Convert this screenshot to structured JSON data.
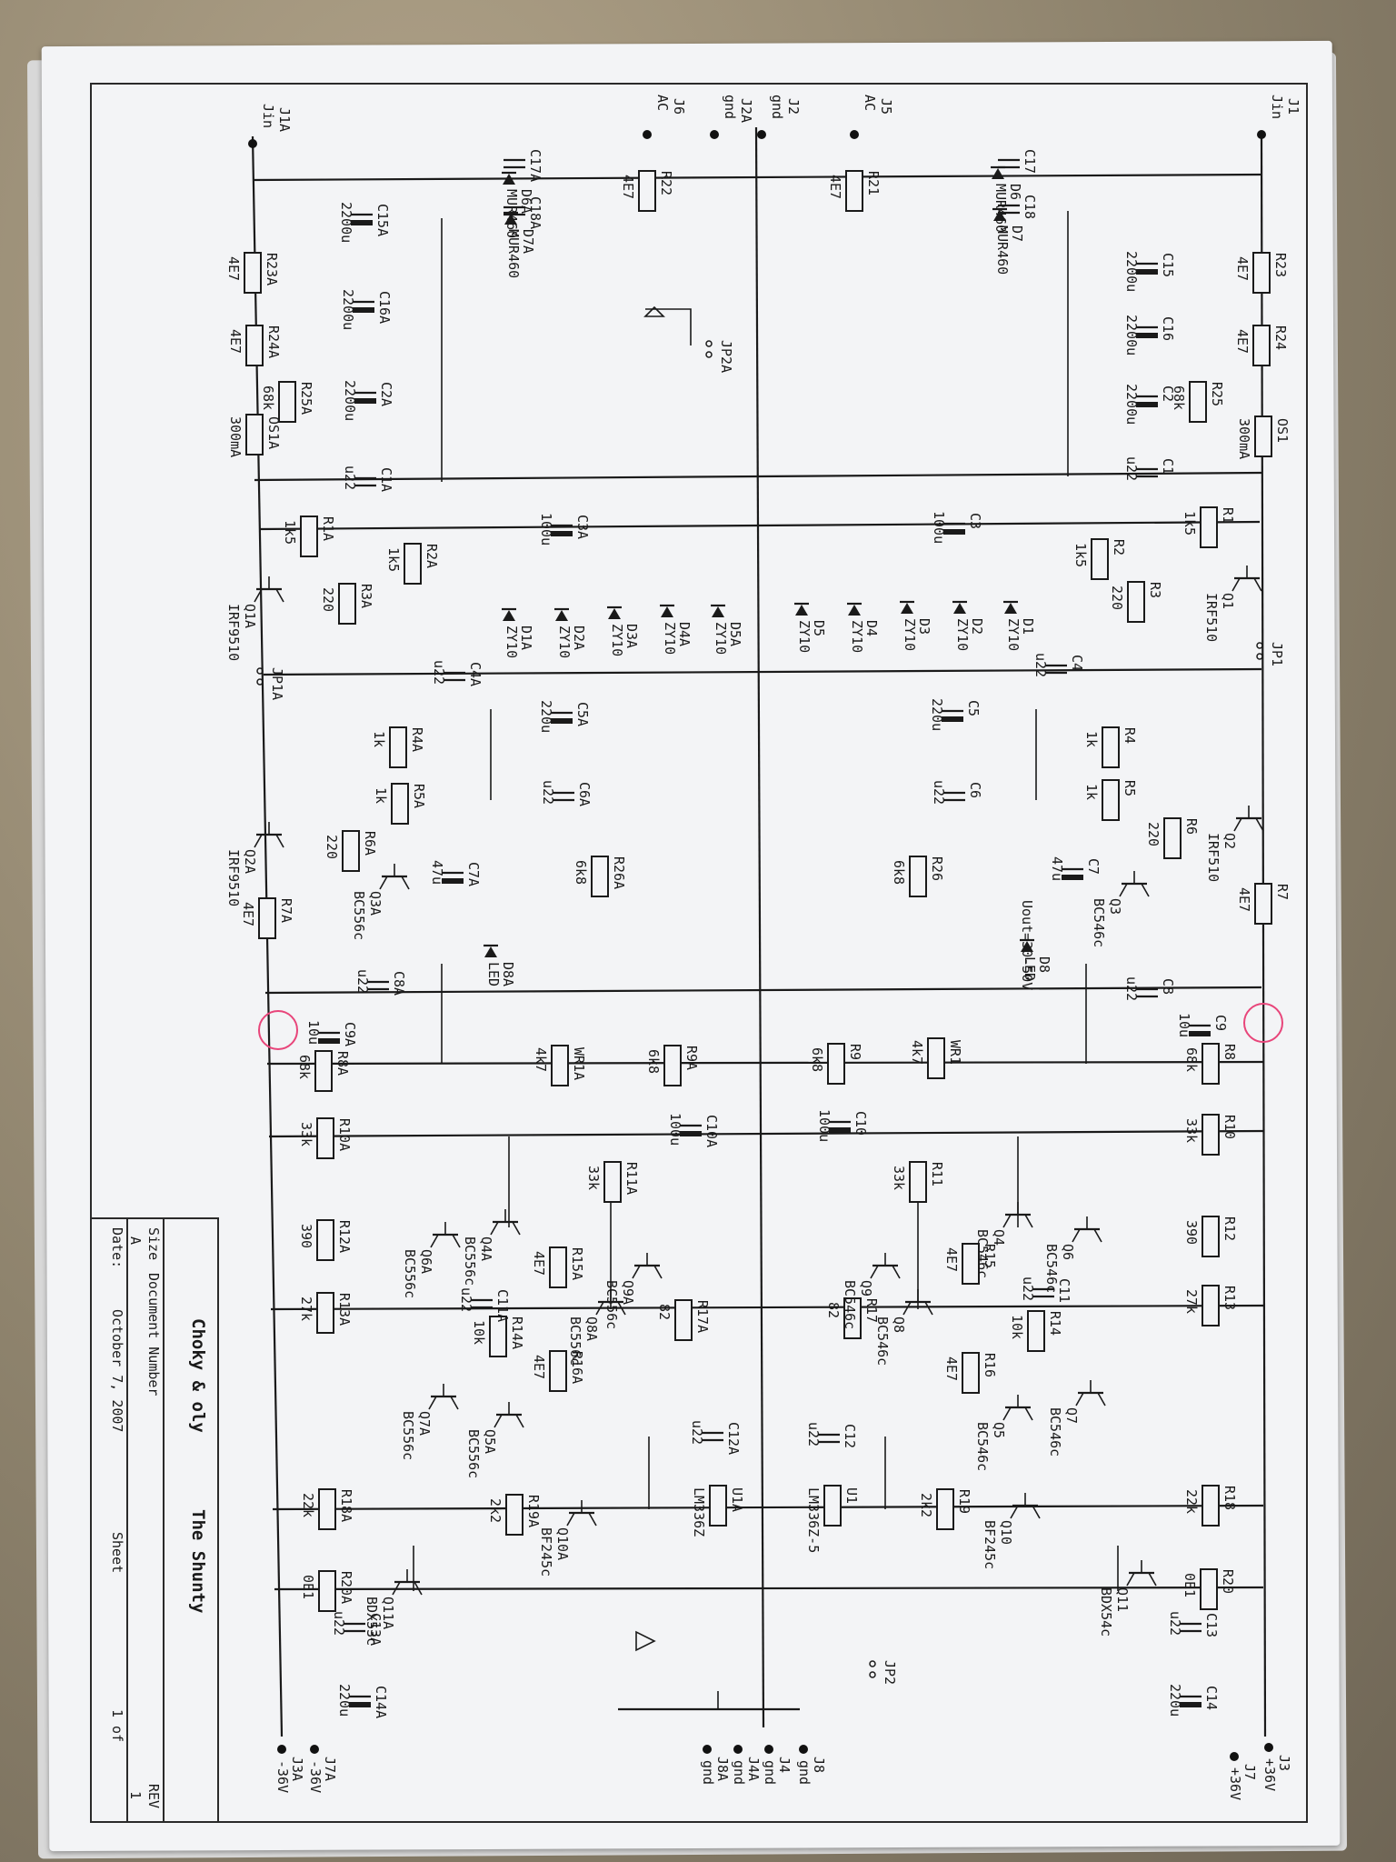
{
  "title_block": {
    "author": "Choky & oly",
    "title": "The Shunty",
    "size_label": "Size",
    "size_value": "A",
    "docnum_label": "Document Number",
    "rev_label": "REV",
    "rev_value": "1",
    "date_label": "Date:",
    "date_value": "October 7, 2007",
    "sheet_label": "Sheet",
    "sheet_value": "1 of"
  },
  "connectors_top": [
    {
      "ref": "J1",
      "sig": "Jin"
    },
    {
      "ref": "J5",
      "sig": "AC"
    },
    {
      "ref": "J2",
      "sig": "gnd"
    },
    {
      "ref": "J2A",
      "sig": "gnd"
    },
    {
      "ref": "J6",
      "sig": "AC"
    },
    {
      "ref": "J1A",
      "sig": "Jin"
    }
  ],
  "connectors_bottom": [
    {
      "ref": "J3",
      "sig": "+36V"
    },
    {
      "ref": "J7",
      "sig": "+36V"
    },
    {
      "ref": "J8",
      "sig": "gnd"
    },
    {
      "ref": "J4",
      "sig": "gnd"
    },
    {
      "ref": "J4A",
      "sig": "gnd"
    },
    {
      "ref": "J8A",
      "sig": "gnd"
    },
    {
      "ref": "J7A",
      "sig": "-36V"
    },
    {
      "ref": "J3A",
      "sig": "-36V"
    }
  ],
  "jumpers": [
    "JP1",
    "JP1A",
    "JP2",
    "JP2A"
  ],
  "resistors": [
    {
      "ref": "R23",
      "val": "4E7"
    },
    {
      "ref": "R24",
      "val": "4E7"
    },
    {
      "ref": "R25",
      "val": "68k"
    },
    {
      "ref": "R1",
      "val": "1k5"
    },
    {
      "ref": "R2",
      "val": "1k5"
    },
    {
      "ref": "R3",
      "val": "220"
    },
    {
      "ref": "R4",
      "val": "1k"
    },
    {
      "ref": "R5",
      "val": "1k"
    },
    {
      "ref": "R6",
      "val": "220"
    },
    {
      "ref": "R7",
      "val": "4E7"
    },
    {
      "ref": "R26",
      "val": "6k8"
    },
    {
      "ref": "R8",
      "val": "68k"
    },
    {
      "ref": "R9",
      "val": "6k8"
    },
    {
      "ref": "R10",
      "val": "33k"
    },
    {
      "ref": "R11",
      "val": "33k"
    },
    {
      "ref": "R12",
      "val": "390"
    },
    {
      "ref": "R13",
      "val": "27k"
    },
    {
      "ref": "R14",
      "val": "10k"
    },
    {
      "ref": "R15",
      "val": "4E7"
    },
    {
      "ref": "R16",
      "val": "4E7"
    },
    {
      "ref": "R17",
      "val": "82"
    },
    {
      "ref": "R18",
      "val": "22k"
    },
    {
      "ref": "R19",
      "val": "2k2"
    },
    {
      "ref": "R20",
      "val": "0E1"
    },
    {
      "ref": "R21",
      "val": "4E7"
    },
    {
      "ref": "R22",
      "val": "4E7"
    },
    {
      "ref": "R23A",
      "val": "4E7"
    },
    {
      "ref": "R24A",
      "val": "4E7"
    },
    {
      "ref": "R25A",
      "val": "68k"
    },
    {
      "ref": "R1A",
      "val": "1k5"
    },
    {
      "ref": "R2A",
      "val": "1k5"
    },
    {
      "ref": "R3A",
      "val": "220"
    },
    {
      "ref": "R4A",
      "val": "1k"
    },
    {
      "ref": "R5A",
      "val": "1k"
    },
    {
      "ref": "R6A",
      "val": "220"
    },
    {
      "ref": "R7A",
      "val": "4E7"
    },
    {
      "ref": "R26A",
      "val": "6k8"
    },
    {
      "ref": "R8A",
      "val": "68k"
    },
    {
      "ref": "R9A",
      "val": "6k8"
    },
    {
      "ref": "R10A",
      "val": "33k"
    },
    {
      "ref": "R11A",
      "val": "33k"
    },
    {
      "ref": "R12A",
      "val": "390"
    },
    {
      "ref": "R13A",
      "val": "27k"
    },
    {
      "ref": "R14A",
      "val": "10k"
    },
    {
      "ref": "R15A",
      "val": "4E7"
    },
    {
      "ref": "R16A",
      "val": "4E7"
    },
    {
      "ref": "R17A",
      "val": "82"
    },
    {
      "ref": "R18A",
      "val": "22k"
    },
    {
      "ref": "R19A",
      "val": "2k2"
    },
    {
      "ref": "R20A",
      "val": "0E1"
    }
  ],
  "capacitors": [
    {
      "ref": "C15",
      "val": "2200u"
    },
    {
      "ref": "C16",
      "val": "2200u"
    },
    {
      "ref": "C2",
      "val": "2200u"
    },
    {
      "ref": "C1",
      "val": "u22"
    },
    {
      "ref": "C3",
      "val": "100u"
    },
    {
      "ref": "C4",
      "val": "u22"
    },
    {
      "ref": "C5",
      "val": "220u"
    },
    {
      "ref": "C6",
      "val": "u22"
    },
    {
      "ref": "C7",
      "val": "47u"
    },
    {
      "ref": "C8",
      "val": "u22"
    },
    {
      "ref": "C9",
      "val": "10u"
    },
    {
      "ref": "C10",
      "val": "100u"
    },
    {
      "ref": "C11",
      "val": "u22"
    },
    {
      "ref": "C12",
      "val": "u22"
    },
    {
      "ref": "C13",
      "val": "u22"
    },
    {
      "ref": "C14",
      "val": "220u"
    },
    {
      "ref": "C17",
      "val": ""
    },
    {
      "ref": "C18",
      "val": ""
    },
    {
      "ref": "C15A",
      "val": "2200u"
    },
    {
      "ref": "C16A",
      "val": "2200u"
    },
    {
      "ref": "C2A",
      "val": "2200u"
    },
    {
      "ref": "C1A",
      "val": "u22"
    },
    {
      "ref": "C3A",
      "val": "100u"
    },
    {
      "ref": "C4A",
      "val": "u22"
    },
    {
      "ref": "C5A",
      "val": "220u"
    },
    {
      "ref": "C6A",
      "val": "u22"
    },
    {
      "ref": "C7A",
      "val": "47u"
    },
    {
      "ref": "C8A",
      "val": "u22"
    },
    {
      "ref": "C9A",
      "val": "10u"
    },
    {
      "ref": "C10A",
      "val": "100u"
    },
    {
      "ref": "C11A",
      "val": "u22"
    },
    {
      "ref": "C12A",
      "val": "u22"
    },
    {
      "ref": "C13A",
      "val": "u22"
    },
    {
      "ref": "C14A",
      "val": "220u"
    },
    {
      "ref": "C17A",
      "val": ""
    },
    {
      "ref": "C18A",
      "val": ""
    }
  ],
  "diodes": [
    {
      "ref": "D6",
      "val": "MUR460"
    },
    {
      "ref": "D7",
      "val": "MUR460"
    },
    {
      "ref": "D6A",
      "val": "MUR460"
    },
    {
      "ref": "D7A",
      "val": "MUR460"
    },
    {
      "ref": "D1",
      "val": "ZY10"
    },
    {
      "ref": "D2",
      "val": "ZY10"
    },
    {
      "ref": "D3",
      "val": "ZY10"
    },
    {
      "ref": "D4",
      "val": "ZY10"
    },
    {
      "ref": "D5",
      "val": "ZY10"
    },
    {
      "ref": "D1A",
      "val": "ZY10"
    },
    {
      "ref": "D2A",
      "val": "ZY10"
    },
    {
      "ref": "D3A",
      "val": "ZY10"
    },
    {
      "ref": "D4A",
      "val": "ZY10"
    },
    {
      "ref": "D5A",
      "val": "ZY10"
    },
    {
      "ref": "D8",
      "val": "LED"
    },
    {
      "ref": "D8A",
      "val": "LED"
    }
  ],
  "transistors": [
    {
      "ref": "Q1",
      "val": "IRF510"
    },
    {
      "ref": "Q2",
      "val": "IRF510"
    },
    {
      "ref": "Q3",
      "val": "BC546c"
    },
    {
      "ref": "Q4",
      "val": "BC546c"
    },
    {
      "ref": "Q5",
      "val": "BC546c"
    },
    {
      "ref": "Q6",
      "val": "BC546c"
    },
    {
      "ref": "Q7",
      "val": "BC546c"
    },
    {
      "ref": "Q8",
      "val": "BC546c"
    },
    {
      "ref": "Q9",
      "val": "BC546c"
    },
    {
      "ref": "Q10",
      "val": "BF245c"
    },
    {
      "ref": "Q11",
      "val": "BDX54c"
    },
    {
      "ref": "Q1A",
      "val": "IRF9510"
    },
    {
      "ref": "Q2A",
      "val": "IRF9510"
    },
    {
      "ref": "Q3A",
      "val": "BC556c"
    },
    {
      "ref": "Q4A",
      "val": "BC556c"
    },
    {
      "ref": "Q5A",
      "val": "BC556c"
    },
    {
      "ref": "Q6A",
      "val": "BC556c"
    },
    {
      "ref": "Q7A",
      "val": "BC556c"
    },
    {
      "ref": "Q8A",
      "val": "BC556c"
    },
    {
      "ref": "Q9A",
      "val": "BC556c"
    },
    {
      "ref": "Q10A",
      "val": "BF245c"
    },
    {
      "ref": "Q11A",
      "val": "BDX53c"
    }
  ],
  "others": [
    {
      "ref": "OS1",
      "val": "300mA"
    },
    {
      "ref": "OS1A",
      "val": "300mA"
    },
    {
      "ref": "WR1",
      "val": "4k7"
    },
    {
      "ref": "WR1A",
      "val": "4k7"
    },
    {
      "ref": "U1",
      "val": "LM336Z-5"
    },
    {
      "ref": "U1A",
      "val": "LM336Z"
    }
  ],
  "annotations": {
    "uout": "Uout=30-50V"
  },
  "colors": {
    "ink": "#1a1a1a",
    "paper": "#f3f4f6",
    "highlight": "#e8457a"
  }
}
